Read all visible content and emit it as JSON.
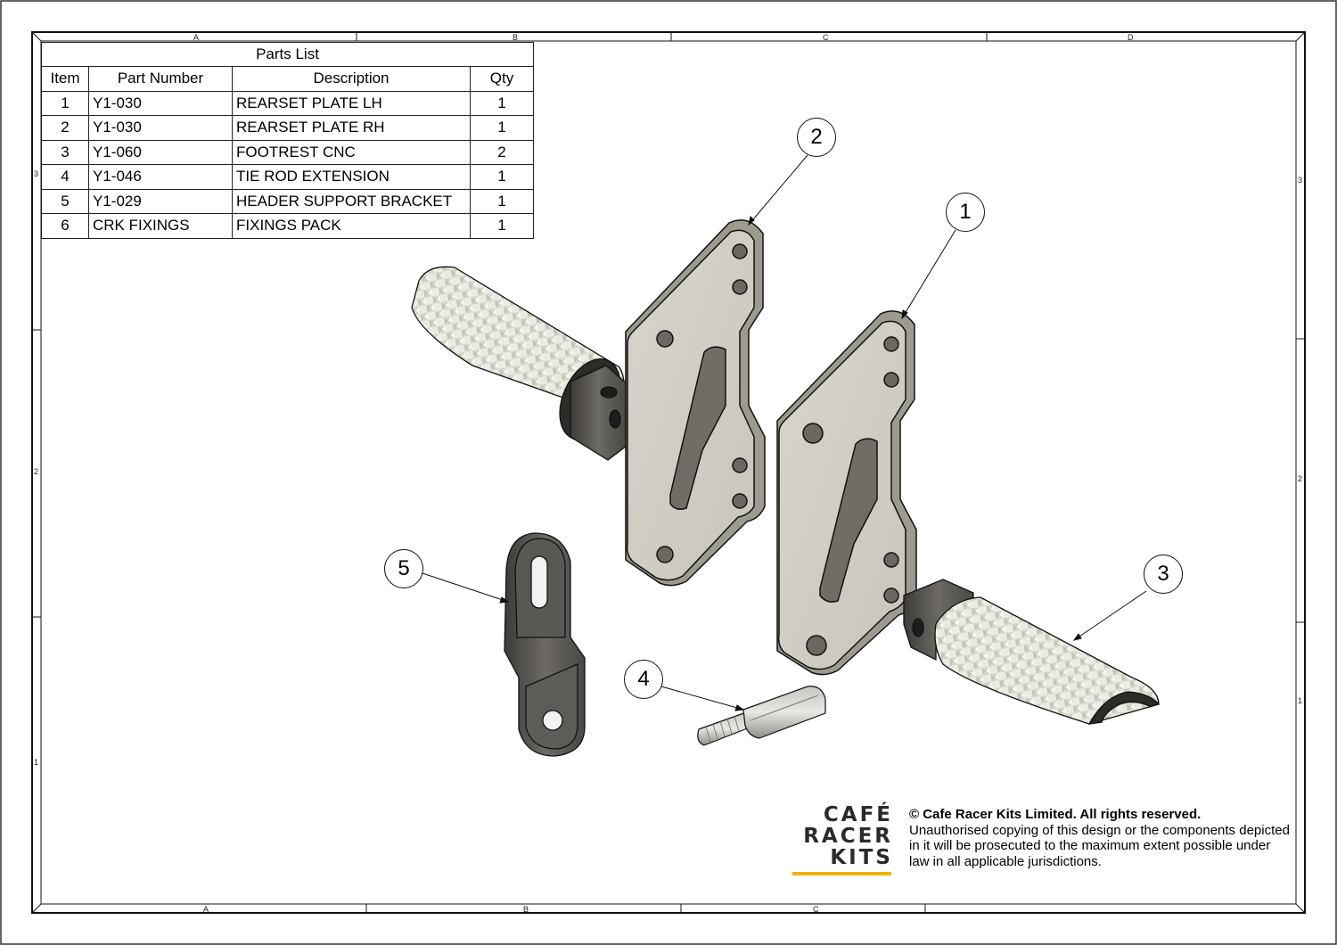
{
  "parts_list": {
    "title": "Parts List",
    "columns": [
      "Item",
      "Part Number",
      "Description",
      "Qty"
    ],
    "rows": [
      {
        "item": "1",
        "part_number": "Y1-030",
        "description": "REARSET PLATE LH",
        "qty": "1"
      },
      {
        "item": "2",
        "part_number": "Y1-030",
        "description": "REARSET PLATE RH",
        "qty": "1"
      },
      {
        "item": "3",
        "part_number": "Y1-060",
        "description": "FOOTREST CNC",
        "qty": "2"
      },
      {
        "item": "4",
        "part_number": "Y1-046",
        "description": "TIE ROD EXTENSION",
        "qty": "1"
      },
      {
        "item": "5",
        "part_number": "Y1-029",
        "description": "HEADER SUPPORT BRACKET",
        "qty": "1"
      },
      {
        "item": "6",
        "part_number": "CRK FIXINGS",
        "description": "FIXINGS PACK",
        "qty": "1"
      }
    ]
  },
  "zones": {
    "top": [
      "A",
      "B",
      "C",
      "D"
    ],
    "bottom": [
      "A",
      "B",
      "C"
    ],
    "left": [
      "3",
      "2",
      "1"
    ],
    "right": [
      "3",
      "2",
      "1"
    ]
  },
  "balloons": [
    "1",
    "2",
    "3",
    "4",
    "5"
  ],
  "logo": {
    "lines": [
      "CAFÉ",
      "RACER",
      "KITS"
    ],
    "accent_color": "#f4b300"
  },
  "copyright": {
    "heading": "© Cafe Racer Kits Limited. All rights reserved.",
    "body": "Unauthorised copying of this design or the components depicted in it will be prosecuted to the maximum extent possible under law in all applicable jurisdictions."
  }
}
